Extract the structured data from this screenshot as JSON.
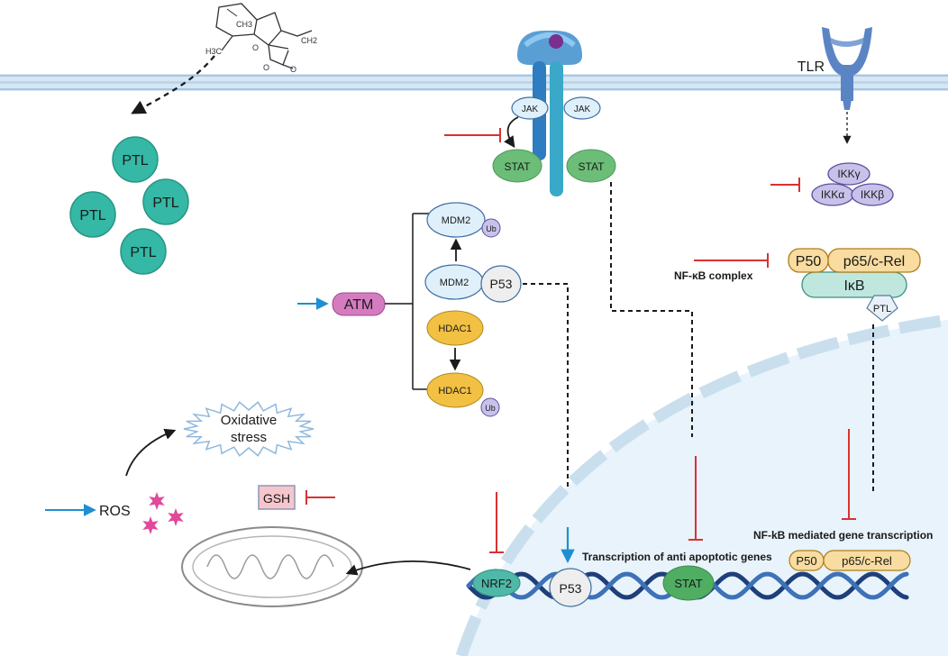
{
  "membrane_receptor_label": "TLR",
  "kinases": {
    "jak_left": "JAK",
    "jak_right": "JAK"
  },
  "stat": {
    "stat_left": "STAT",
    "stat_right": "STAT",
    "stat_nuclear": "STAT"
  },
  "ptl_molecules": [
    "PTL",
    "PTL",
    "PTL",
    "PTL"
  ],
  "ikk": {
    "gamma": "IKKγ",
    "alpha": "IKKα",
    "beta": "IKKβ"
  },
  "nfkb_complex": {
    "p50": "P50",
    "p65": "p65/c-Rel",
    "ikb": "IκB",
    "ptl": "PTL",
    "label": "NF-κB complex"
  },
  "atm": "ATM",
  "p53_pathway": {
    "mdm2_ub": "MDM2",
    "ub_1": "Ub",
    "mdm2": "MDM2",
    "p53": "P53",
    "hdac1": "HDAC1",
    "hdac1_ub": "HDAC1",
    "ub_2": "Ub"
  },
  "oxidative": {
    "stress_line1": "Oxidative",
    "stress_line2": "stress",
    "ros": "ROS",
    "gsh": "GSH"
  },
  "nucleus": {
    "nfkb_transcription": "NF-kB mediated gene transcription",
    "anti_apoptotic": "Transcription of anti apoptotic genes",
    "nrf2": "NRF2",
    "p53_dna": "P53",
    "nuclear_p50": "P50",
    "nuclear_p65": "p65/c-Rel"
  },
  "colors": {
    "teal": "#35b8a6",
    "green": "#6cbd77",
    "lavender": "#c8c2ea",
    "purple_stroke": "#5d4f9e",
    "orange": "#f2c043",
    "yellow_complex": "#f8dca0",
    "light_blue": "#dff0fb",
    "pink": "#d57bc0",
    "red": "#d83232",
    "blue_arrow": "#1f8fd1",
    "dna_blue": "#1f3f7a"
  }
}
